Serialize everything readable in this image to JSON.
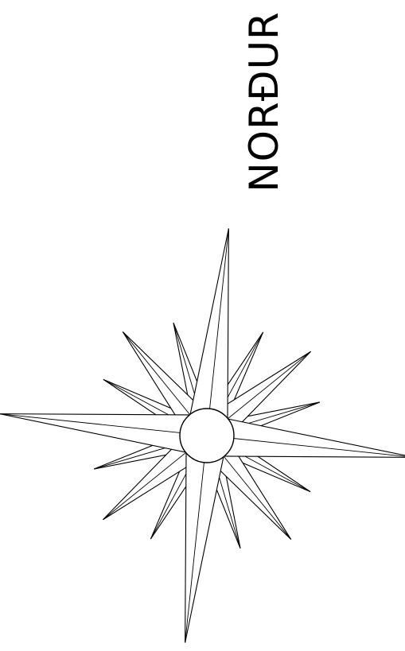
{
  "compass": {
    "north_label": "NORÐUR",
    "north_heading_deg": 6,
    "points": 16,
    "stroke_color": "#000000",
    "fill_color": "#ffffff"
  }
}
